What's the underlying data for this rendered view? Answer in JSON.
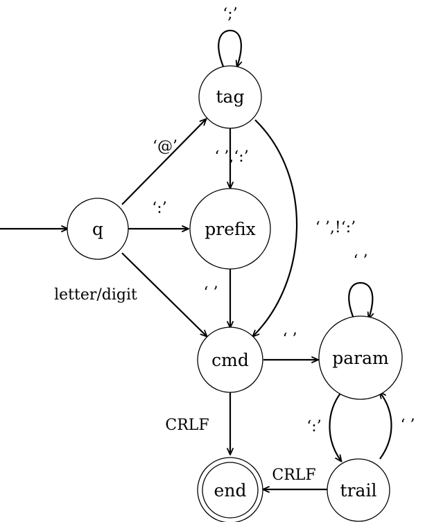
{
  "states": {
    "q": "q",
    "tag": "tag",
    "prefix": "prefix",
    "cmd": "cmd",
    "param": "param",
    "trail": "trail",
    "end": "end"
  },
  "edge_labels": {
    "tag_self": "‘;’",
    "q_tag": "‘@’",
    "tag_prefix": "‘ ’,‘:’",
    "q_prefix": "‘:’",
    "tag_cmd": "‘ ’,!‘:’",
    "q_cmd": "letter/digit",
    "prefix_cmd": "‘ ’",
    "cmd_param": "‘ ’",
    "param_self": "‘ ’",
    "cmd_end": "CRLF",
    "param_trail": "‘:’",
    "trail_param": "‘ ’",
    "trail_end": "CRLF"
  }
}
